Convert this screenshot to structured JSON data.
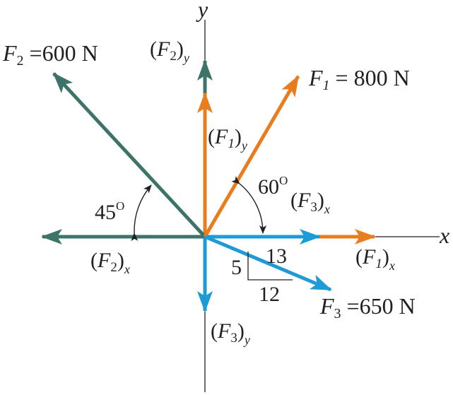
{
  "axes": {
    "x_label": "x",
    "y_label": "y"
  },
  "forces": {
    "f1": {
      "symbol": "F",
      "sub": "1",
      "text": " = 800 N"
    },
    "f2": {
      "symbol": "F",
      "sub": "2",
      "text": " =600 N"
    },
    "f3": {
      "symbol": "F",
      "sub": "3",
      "text": " =650 N"
    }
  },
  "components": {
    "f2y": {
      "open": "(",
      "sym": "F",
      "sub": "2",
      "close": ")",
      "axis": "y"
    },
    "f1y": {
      "open": "(",
      "sym": "F",
      "sub": "1",
      "close": ")",
      "axis": "y"
    },
    "f3x": {
      "open": "(",
      "sym": "F",
      "sub": "3",
      "close": ")",
      "axis": "x"
    },
    "f2x": {
      "open": "(",
      "sym": "F",
      "sub": "2",
      "close": ")",
      "axis": "x"
    },
    "f1x": {
      "open": "(",
      "sym": "F",
      "sub": "1",
      "close": ")",
      "axis": "x"
    },
    "f3y": {
      "open": "(",
      "sym": "F",
      "sub": "3",
      "close": ")",
      "axis": "y"
    }
  },
  "angles": {
    "f2": {
      "value": "45",
      "unit": "O"
    },
    "f1": {
      "value": "60",
      "unit": "O"
    }
  },
  "slope_triangle": {
    "hyp": "13",
    "vertical": "5",
    "horizontal": "12"
  },
  "colors": {
    "f1": "#e97d1e",
    "f2": "#3d7369",
    "f3": "#1e9ad7",
    "axis": "#231f20"
  }
}
